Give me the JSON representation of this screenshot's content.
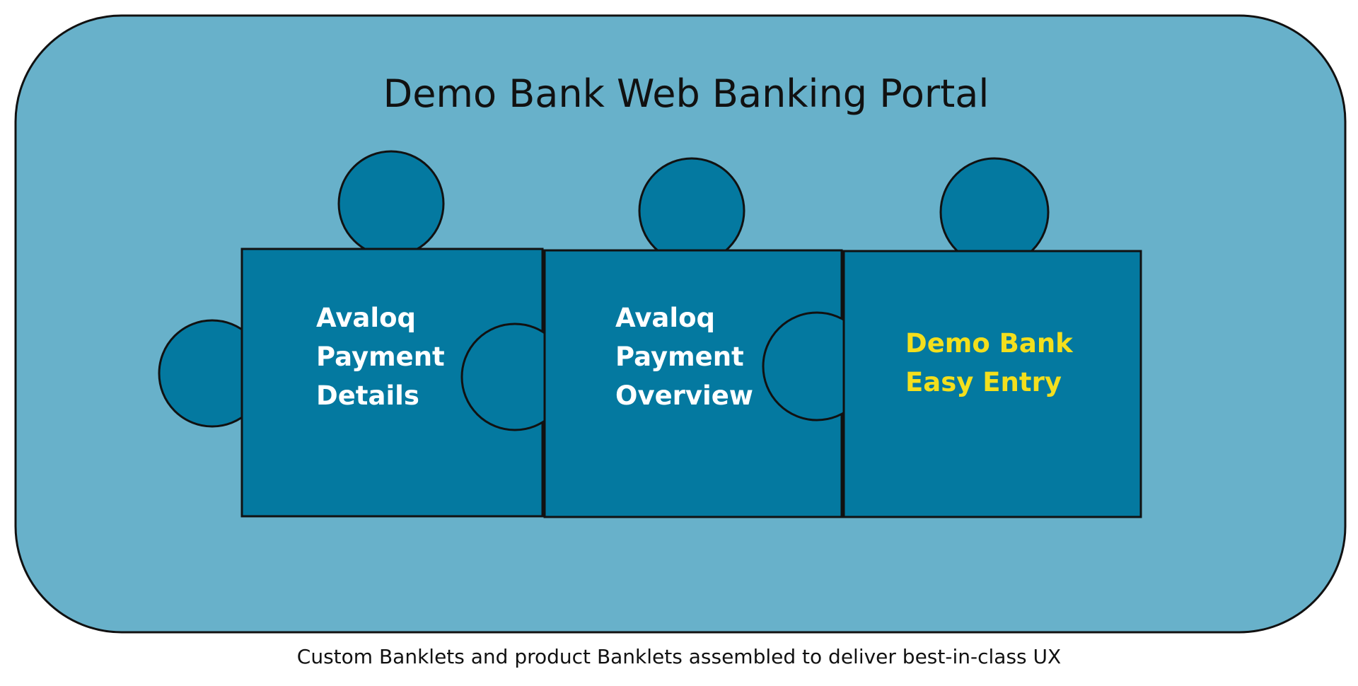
{
  "title": "Demo Bank Web Banking Portal",
  "caption": "Custom Banklets and product Banklets assembled to deliver best-in-class UX",
  "pieces": [
    {
      "lines": [
        "Avaloq",
        "Payment",
        "Details"
      ],
      "color": "#ffffff"
    },
    {
      "lines": [
        "Avaloq",
        "Payment",
        "Overview"
      ],
      "color": "#ffffff"
    },
    {
      "lines": [
        "Demo Bank",
        "Easy Entry"
      ],
      "color": "#f3df1d"
    }
  ],
  "colors": {
    "container_fill": "#68b1ca",
    "piece_fill": "#0479a0",
    "outline": "#111111",
    "custom_text": "#f3df1d",
    "product_text": "#ffffff"
  }
}
